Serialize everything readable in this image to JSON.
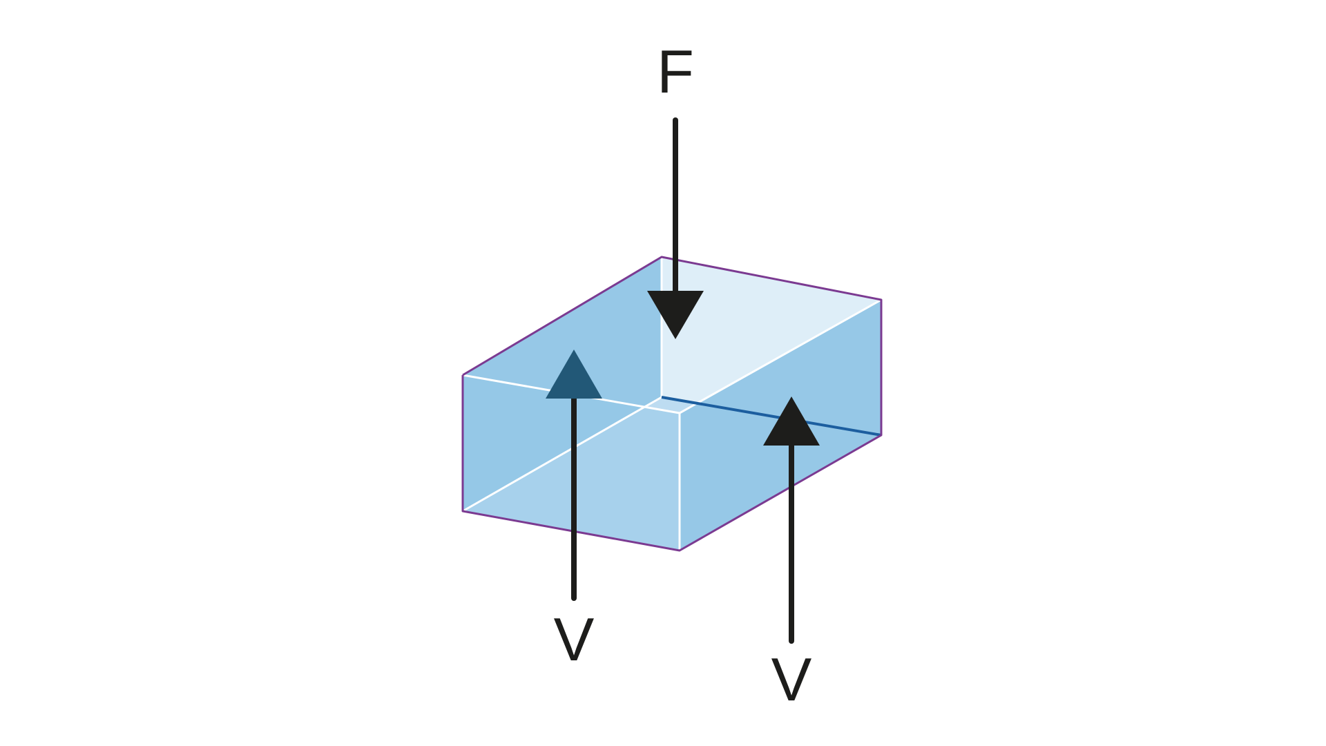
{
  "labels": {
    "force": "F",
    "reaction_left": "V",
    "reaction_right": "V"
  },
  "colors": {
    "background": "#ffffff",
    "block_face_dark": "#96c8e7",
    "block_face_light": "#deeef8",
    "block_face_bottom": "#bddcf1",
    "outline": "#7b3a91",
    "white_edge": "#ffffff",
    "shear_plane": "#1c5e9f",
    "arrow": "#1d1d1b",
    "hidden_arrowhead": "#225877"
  }
}
